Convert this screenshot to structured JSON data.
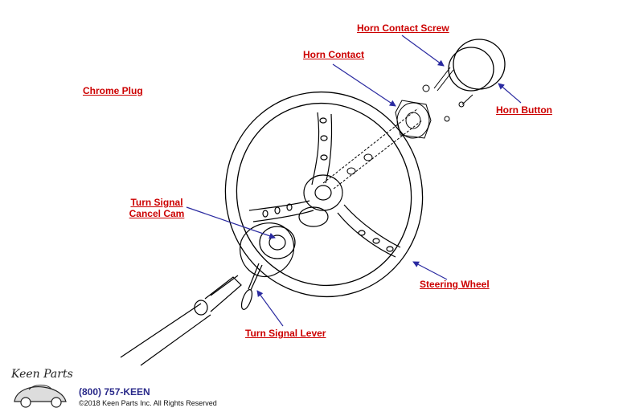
{
  "labels": {
    "horn_contact_screw": "Horn Contact Screw",
    "horn_contact": "Horn Contact",
    "chrome_plug": "Chrome Plug",
    "horn_button": "Horn Button",
    "turn_signal_cancel_cam_line1": "Turn Signal",
    "turn_signal_cancel_cam_line2": "Cancel Cam",
    "steering_wheel": "Steering Wheel",
    "turn_signal_lever": "Turn Signal Lever"
  },
  "footer": {
    "brand": "Keen Parts",
    "phone": "(800) 757-KEEN",
    "copyright": "©2018 Keen Parts Inc. All Rights Reserved"
  },
  "colors": {
    "label": "#cc0000",
    "arrow": "#2a2aa0",
    "line": "#000000"
  }
}
